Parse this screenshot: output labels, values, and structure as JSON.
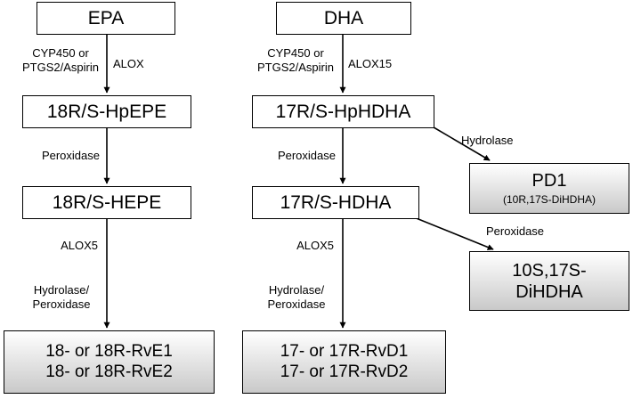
{
  "nodes": {
    "epa": "EPA",
    "dha": "DHA",
    "hpepe": "18R/S-HpEPE",
    "hphdha": "17R/S-HpHDHA",
    "hepe": "18R/S-HEPE",
    "hdha": "17R/S-HDHA",
    "pd1": "PD1",
    "pd1_sub": "(10R,17S-DiHDHA)",
    "dihdha_line1": "10S,17S-",
    "dihdha_line2": "DiHDHA",
    "rve_line1": "18- or 18R-RvE1",
    "rve_line2": "18- or 18R-RvE2",
    "rvd_line1": "17- or 17R-RvD1",
    "rvd_line2": "17- or 17R-RvD2"
  },
  "edges": {
    "epa_enzyme1_line1": "CYP450 or",
    "epa_enzyme1_line2": "PTGS2/Aspirin",
    "epa_enzyme2": "ALOX",
    "dha_enzyme1_line1": "CYP450 or",
    "dha_enzyme1_line2": "PTGS2/Aspirin",
    "dha_enzyme2": "ALOX15",
    "epa_peroxidase": "Peroxidase",
    "dha_peroxidase": "Peroxidase",
    "dha_hydrolase": "Hydrolase",
    "dha_peroxidase2": "Peroxidase",
    "epa_alox5": "ALOX5",
    "dha_alox5": "ALOX5",
    "epa_final_line1": "Hydrolase/",
    "epa_final_line2": "Peroxidase",
    "dha_final_line1": "Hydrolase/",
    "dha_final_line2": "Peroxidase"
  }
}
